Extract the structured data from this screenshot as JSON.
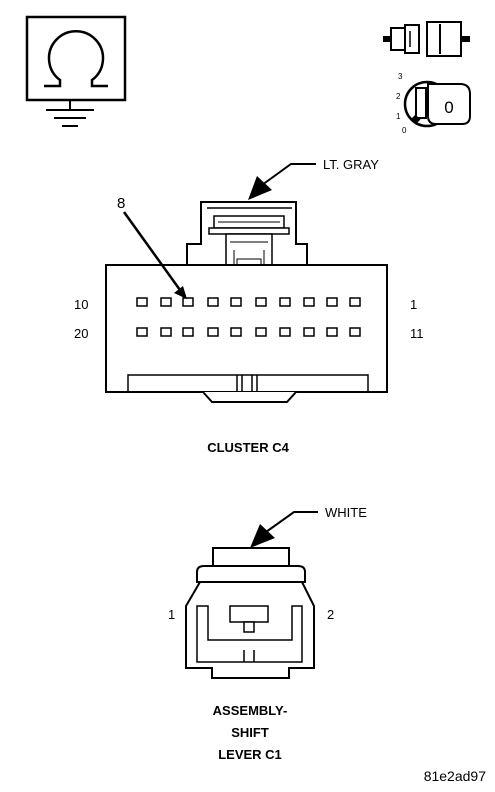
{
  "symbols": {
    "ground_icon": "ohm-meter-with-ground-icon",
    "test_icon": "connector-test-probe-icon",
    "ignition_icon": "ignition-key-switch-icon",
    "ignition_positions": [
      "3",
      "2",
      "1",
      "0"
    ],
    "ignition_key_label": "0"
  },
  "cluster_connector": {
    "wire_color_label": "LT. GRAY",
    "pointer_pin": "8",
    "row1_left": "10",
    "row1_right": "1",
    "row2_left": "20",
    "row2_right": "11",
    "caption": "CLUSTER C4"
  },
  "shift_connector": {
    "wire_color_label": "WHITE",
    "pin_left": "1",
    "pin_right": "2",
    "caption_line1": "ASSEMBLY-",
    "caption_line2": "SHIFT",
    "caption_line3": "LEVER C1"
  },
  "figure_id": "81e2ad97"
}
